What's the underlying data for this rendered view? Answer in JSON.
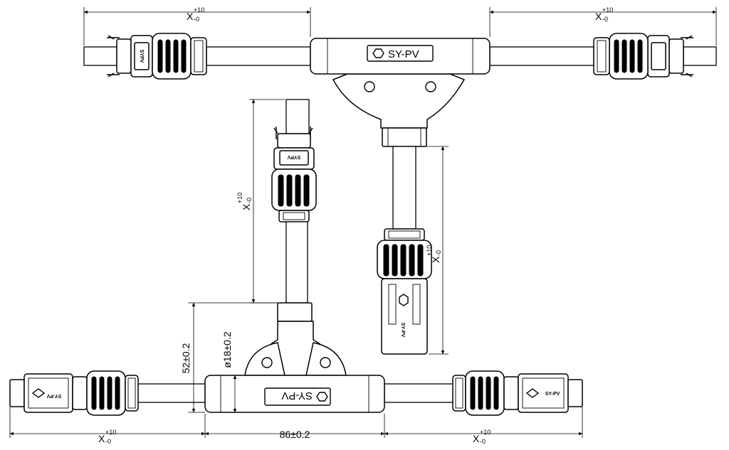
{
  "brand": {
    "label": "SY-PV",
    "connector_mark": "SY-PV",
    "ring_mark": "SYPV",
    "logo_icon": "hexagon-bolt-logo-icon"
  },
  "dimensions": {
    "cable_length": {
      "value": "X",
      "tolerance_upper": "+10",
      "tolerance_lower": "-0"
    },
    "body_length": "86±0.2",
    "body_height": "52±0.2",
    "branch_diameter": "ø18±0.2"
  },
  "colors": {
    "line": "#000000",
    "background": "#ffffff"
  }
}
